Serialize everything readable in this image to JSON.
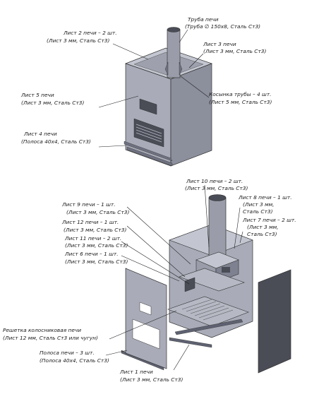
{
  "labels": {
    "truba": [
      "Труба печи",
      "(Труба ∅ 150x8, Сталь Ст3)"
    ],
    "list2": [
      "Лист 2 печи – 2 шт.",
      "(Лист 3 мм, Сталь Ст3)"
    ],
    "list3": [
      "Лист 3 печи",
      "(Лист 3 мм, Сталь Ст3)"
    ],
    "list5": [
      "Лист 5 печи",
      "(Лист 3 мм, Сталь Ст3)"
    ],
    "kosynka": [
      "Косынка трубы – 4 шт.",
      "(Лист 5 мм, Сталь Ст3)"
    ],
    "list4": [
      "Лист 4 печи",
      "(Полоса 40x4, Сталь Ст3)"
    ],
    "list10": [
      "Лист 10 печи – 2 шт.",
      "(Лист 3 мм, Сталь Ст3)"
    ],
    "list8": [
      "Лист 8 печи – 1 шт.",
      "(Лист 3 мм,",
      "Сталь Ст3)"
    ],
    "list7": [
      "Лист 7 печи – 2 шт.",
      "(Лист 3 мм,",
      "Сталь Ст3)"
    ],
    "list9": [
      "Лист 9 печи – 1 шт.",
      "(Лист 3 мм, Сталь Ст3)"
    ],
    "list12": [
      "Лист 12 печи – 1 шт.",
      "(Лист 3 мм, Сталь Ст3)"
    ],
    "list11": [
      "Лист 11 печи – 2 шт.",
      "(Лист 3 мм, Сталь Ст3)"
    ],
    "list6": [
      "Лист 6 печи – 1 шт.",
      "(Лист 3 мм, Сталь Ст3)"
    ],
    "reshetka": [
      "Решетка колосниковая печи",
      "(Лист 12 мм, Сталь Ст3 или чугун)"
    ],
    "polosa": [
      "Полоса печи – 3 шт.",
      "(Полоса 40x4, Сталь Ст3)"
    ],
    "list1": [
      "Лист 1 печи",
      "(Лист 3 мм, Сталь Ст3)"
    ]
  },
  "colors": {
    "front": "#a9acb8",
    "side": "#8c8f9c",
    "top": "#c3c6d0",
    "dark": "#4a4c56",
    "text": "#1a1a1a"
  }
}
